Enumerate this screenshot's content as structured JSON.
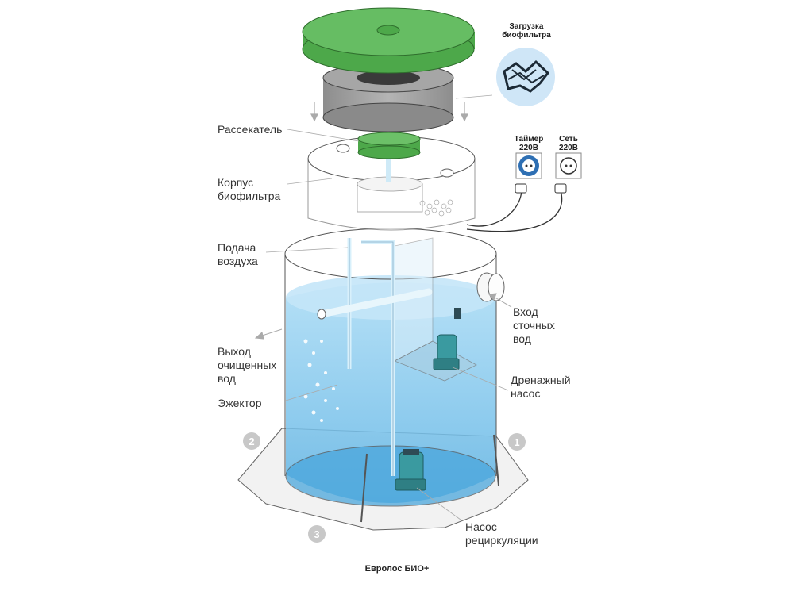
{
  "title": "Евролос БИО+",
  "labels": {
    "splitter": "Рассекатель",
    "biofilter_body": [
      "Корпус",
      "биофильтра"
    ],
    "air_supply": [
      "Подача",
      "воздуха"
    ],
    "outlet": [
      "Выход",
      "очищенных",
      "вод"
    ],
    "ejector": "Эжектор",
    "inlet": [
      "Вход",
      "сточных",
      "вод"
    ],
    "drain_pump": [
      "Дренажный",
      "насос"
    ],
    "recirc_pump": [
      "Насос",
      "рециркуляции"
    ],
    "biofilter_load": [
      "Загрузка",
      "биофильтра"
    ],
    "timer": [
      "Таймер",
      "220В"
    ],
    "mains": [
      "Сеть",
      "220В"
    ]
  },
  "badges": [
    "1",
    "2",
    "3"
  ],
  "colors": {
    "lid_green": "#5db55a",
    "ring_gray": "#9a9a9a",
    "water_blue": "#7fc4ec",
    "water_deep": "#4aa6dc",
    "pump_teal": "#3a9aa0",
    "badge_gray": "#c8c8c8",
    "media_blue": "#cfe6f7"
  }
}
